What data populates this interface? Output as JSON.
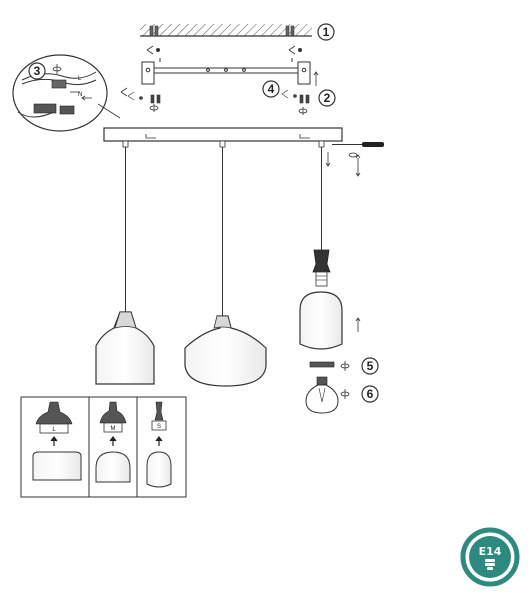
{
  "steps": [
    "1",
    "2",
    "3",
    "4",
    "5",
    "6"
  ],
  "callout_labels": {
    "wire_l": "L",
    "wire_n": "N"
  },
  "size_panel": {
    "sizes": [
      "L",
      "M",
      "S"
    ]
  },
  "bulb_badge": {
    "label": "E14",
    "color": "#2d8a80"
  }
}
